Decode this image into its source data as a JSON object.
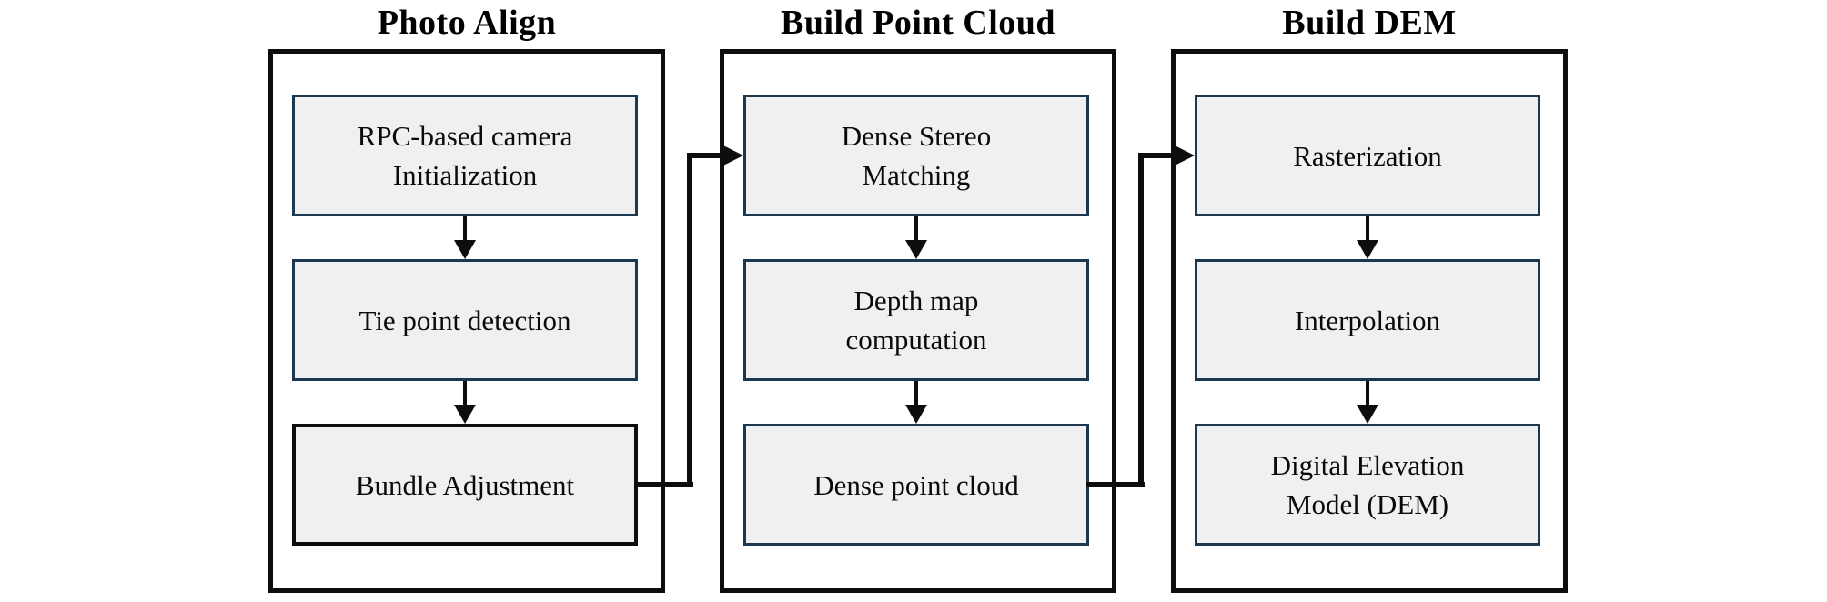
{
  "diagram": {
    "groups": [
      {
        "title": "Photo Align",
        "boxes": [
          {
            "label": "RPC-based camera\nInitialization"
          },
          {
            "label": "Tie point detection"
          },
          {
            "label": "Bundle Adjustment"
          }
        ]
      },
      {
        "title": "Build Point Cloud",
        "boxes": [
          {
            "label": "Dense Stereo\nMatching"
          },
          {
            "label": "Depth map\ncomputation"
          },
          {
            "label": "Dense point cloud"
          }
        ]
      },
      {
        "title": "Build DEM",
        "boxes": [
          {
            "label": "Rasterization"
          },
          {
            "label": "Interpolation"
          },
          {
            "label": "Digital Elevation\nModel (DEM)"
          }
        ]
      }
    ],
    "colors": {
      "background": "#ffffff",
      "node_fill": "#f0f0f0",
      "node_border": "#1c3850",
      "highlight_node_border": "#0e0e0e",
      "outline_and_arrows": "#0d0d0d",
      "text": "#0a0a0a"
    }
  }
}
